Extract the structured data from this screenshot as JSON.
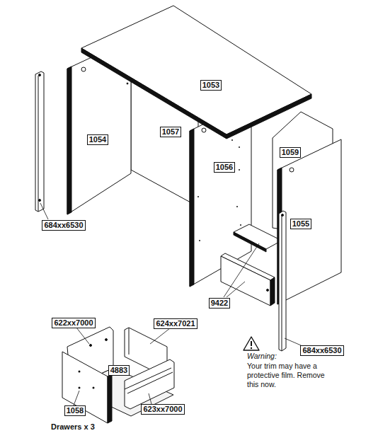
{
  "diagram": {
    "labels": [
      "1053",
      "1054",
      "1057",
      "1056",
      "1059",
      "1055",
      "684xx6530",
      "9422",
      "684xx6530",
      "622xx7000",
      "624xx7021",
      "4883",
      "623xx7000",
      "1058",
      "Drawers x 3",
      "Warning:",
      "Your trim may have a protective film. Remove this now."
    ]
  }
}
